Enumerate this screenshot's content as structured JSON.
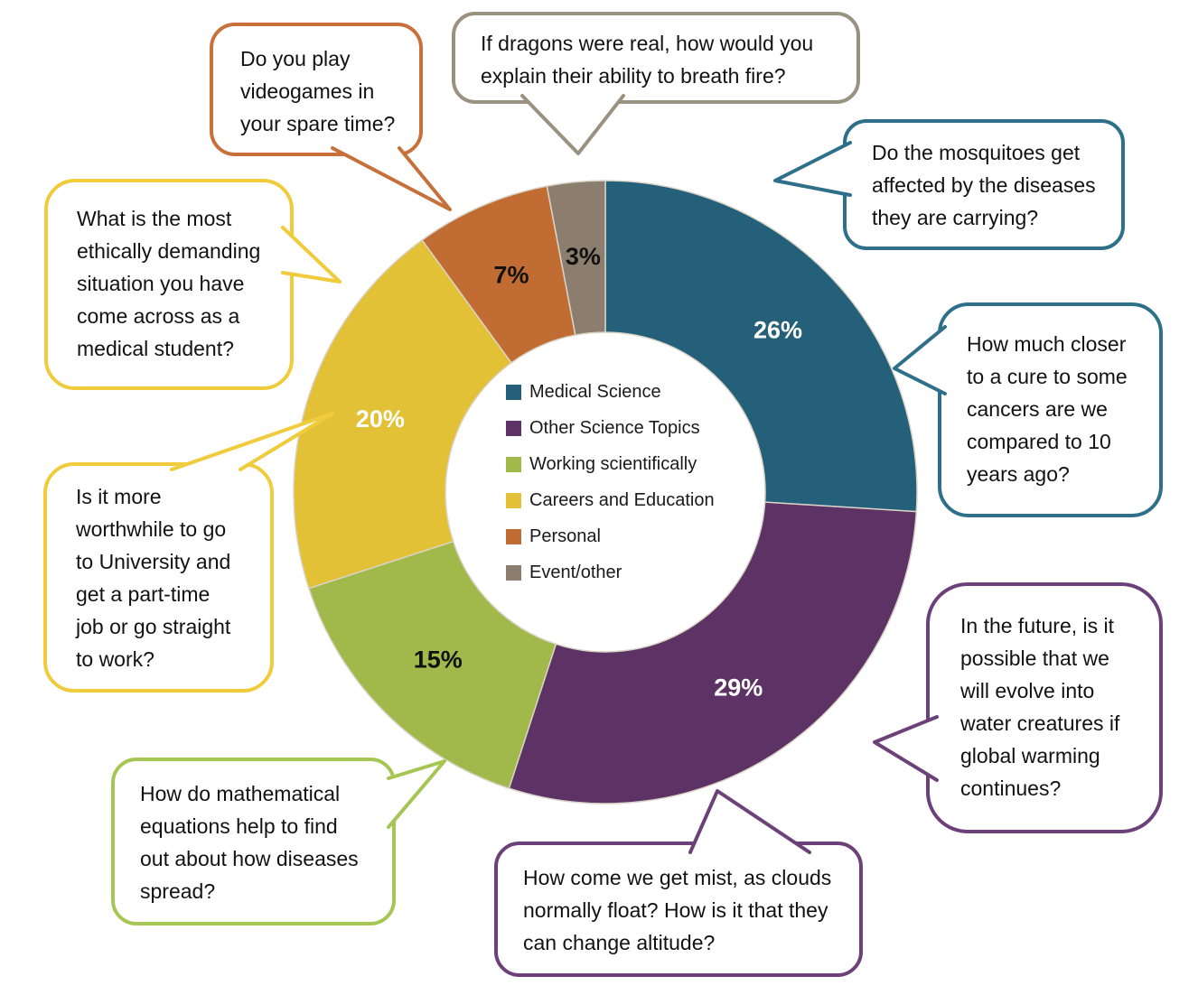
{
  "chart_data": {
    "type": "pie",
    "variant": "donut",
    "title": "",
    "categories": [
      "Medical Science",
      "Other Science Topics",
      "Working scientifically",
      "Careers and Education",
      "Personal",
      "Event/other"
    ],
    "values": [
      26,
      29,
      15,
      20,
      7,
      3
    ],
    "percent_labels": [
      "26%",
      "29%",
      "15%",
      "20%",
      "7%",
      "3%"
    ],
    "colors": [
      "#24607a",
      "#5d3365",
      "#a0b94a",
      "#e2c136",
      "#c06c33",
      "#8b7e6e"
    ],
    "percent_label_colors": [
      "#ffffff",
      "#ffffff",
      "#111111",
      "#ffffff",
      "#111111",
      "#111111"
    ],
    "legend_position": "center",
    "start_angle_deg": 0,
    "direction": "clockwise"
  },
  "bubbles": [
    {
      "id": "videogames",
      "text": "Do you play\nvideogames in\nyour spare time?",
      "color": "#c8703a",
      "points_to": "Personal"
    },
    {
      "id": "dragons",
      "text": "If dragons were real, how would you\nexplain their ability to breath fire?",
      "color": "#9b9181",
      "points_to": "Event/other"
    },
    {
      "id": "mosquitoes",
      "text": "Do the mosquitoes get\naffected by the diseases\nthey are carrying?",
      "color": "#2e6f8a",
      "points_to": "Medical Science"
    },
    {
      "id": "cancer-cure",
      "text": "How much closer\nto a cure to some\ncancers are we\ncompared to 10\nyears ago?",
      "color": "#2e6f8a",
      "points_to": "Medical Science"
    },
    {
      "id": "ethics",
      "text": "What is the most\nethically demanding\nsituation you have\ncome across as a\nmedical student?",
      "color": "#f0cb3c",
      "points_to": "Careers and Education"
    },
    {
      "id": "university",
      "text": "Is it more\nworthwhile to go\nto University and\nget a part-time\njob or go straight\nto work?",
      "color": "#f0cb3c",
      "points_to": "Careers and Education"
    },
    {
      "id": "math-equations",
      "text": "How do mathematical\nequations help to find\nout about how diseases\nspread?",
      "color": "#a6c653",
      "points_to": "Working scientifically"
    },
    {
      "id": "mist-clouds",
      "text": "How come we get mist, as clouds\nnormally float? How is it that they\ncan change altitude?",
      "color": "#6c4078",
      "points_to": "Other Science Topics"
    },
    {
      "id": "evolution",
      "text": "In the future, is it\npossible that we\nwill evolve into\nwater creatures if\nglobal warming\ncontinues?",
      "color": "#6c4078",
      "points_to": "Other Science Topics"
    }
  ]
}
